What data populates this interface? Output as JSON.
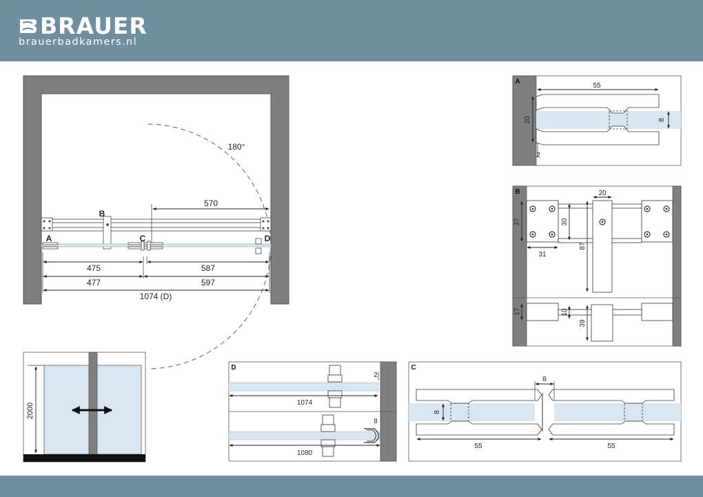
{
  "header": {
    "brand": "BRAUER",
    "website": "brauerbadkamers.nl",
    "color": "#6e8fa0"
  },
  "plan": {
    "angle": "180°",
    "dim_570": "570",
    "dim_475": "475",
    "dim_587": "587",
    "dim_477": "477",
    "dim_597": "597",
    "dim_total": "1074 (D)",
    "label_a": "A",
    "label_b": "B",
    "label_c": "C",
    "label_d": "D"
  },
  "elevation": {
    "height": "2000"
  },
  "detail_a": {
    "label": "A",
    "width": "55",
    "height": "20",
    "glass": "8",
    "gap": "2"
  },
  "detail_b": {
    "label": "B",
    "d20": "20",
    "d37": "37",
    "d30": "30",
    "d87": "87",
    "d31": "31",
    "d17": "17",
    "d10": "10",
    "d39": "39"
  },
  "detail_d": {
    "label": "D",
    "gap": "2",
    "length_top": "1074",
    "glass": "8",
    "length_bottom": "1080"
  },
  "detail_c": {
    "label": "C",
    "gap": "8",
    "glass": "8",
    "width_left": "55",
    "width_right": "55"
  },
  "colors": {
    "wall": "#7f7f7f",
    "glass": "#d7e6f1",
    "line": "#333333"
  }
}
